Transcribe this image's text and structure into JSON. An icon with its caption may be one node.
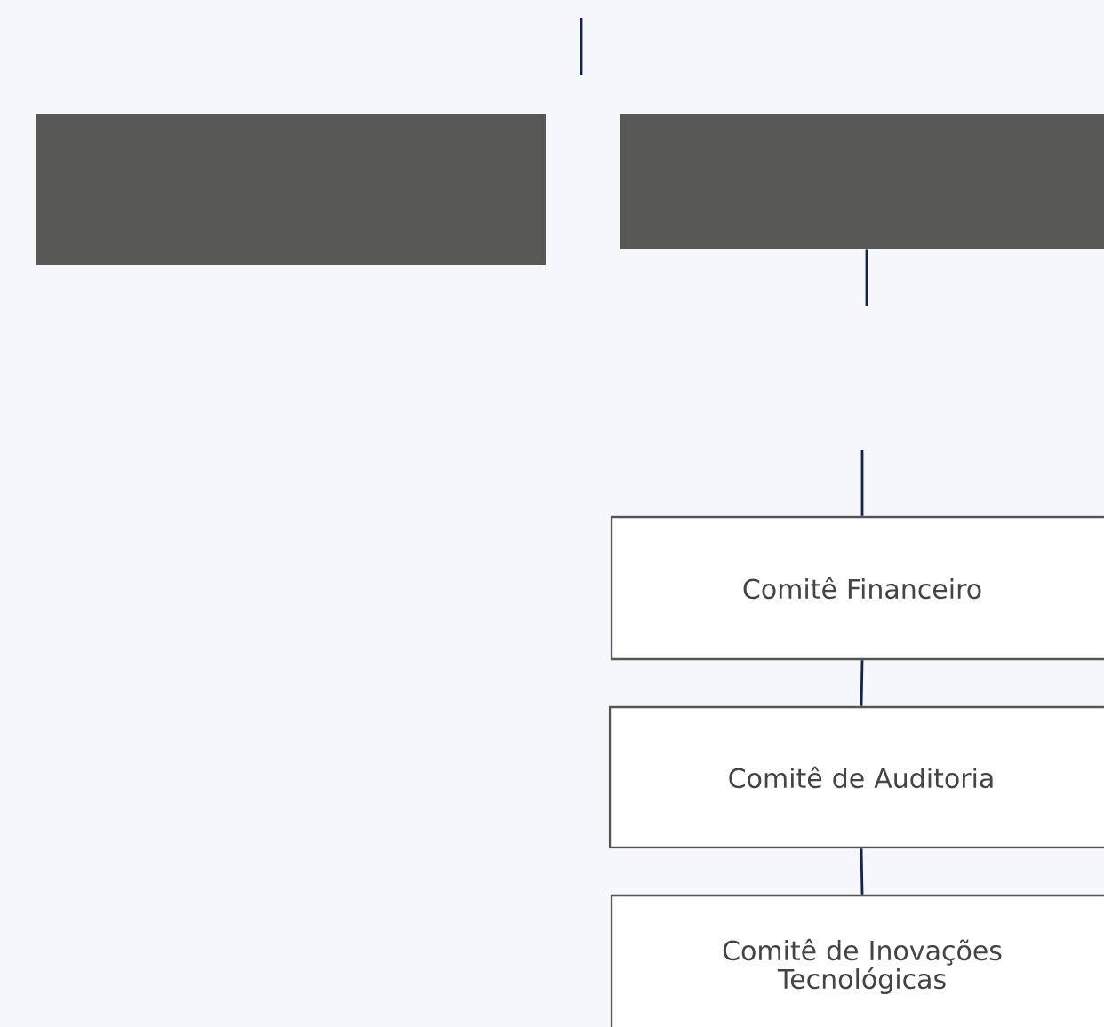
{
  "diagram": {
    "nodes": [
      {
        "text": [],
        "shape": "box"
      },
      {
        "text": [],
        "shape": "box"
      },
      {
        "text": [
          "Comitê Financeiro"
        ]
      },
      {
        "text": [
          "Comitê de Auditoria"
        ]
      },
      {
        "text": [
          "Comitê de Inovações Tecnológicas"
        ]
      }
    ],
    "edges": [
      {
        "from": 1,
        "to": null,
        "arrow": "none"
      },
      {
        "from": null,
        "to": 2,
        "arrow": "none"
      },
      {
        "from": 2,
        "to": 3,
        "arrow": "none"
      },
      {
        "from": 3,
        "to": 4,
        "arrow": "none"
      }
    ]
  }
}
